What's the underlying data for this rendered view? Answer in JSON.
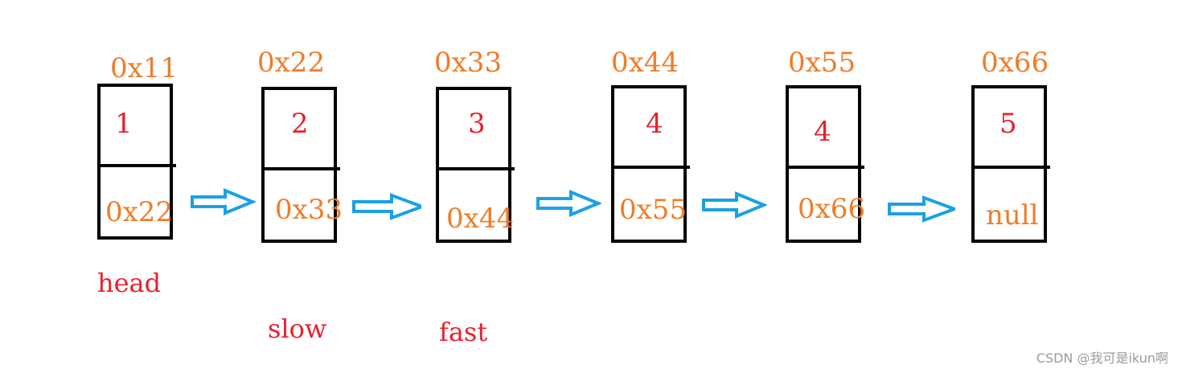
{
  "nodes": [
    {
      "address": "0x11",
      "value": "1",
      "next": "0x22"
    },
    {
      "address": "0x22",
      "value": "2",
      "next": "0x33"
    },
    {
      "address": "0x33",
      "value": "3",
      "next": "0x44"
    },
    {
      "address": "0x44",
      "value": "4",
      "next": "0x55"
    },
    {
      "address": "0x55",
      "value": "4",
      "next": "0x66"
    },
    {
      "address": "0x66",
      "value": "5",
      "next": "null"
    }
  ],
  "pointers": {
    "head": "head",
    "slow": "slow",
    "fast": "fast"
  },
  "watermark": "CSDN @我可是ikun啊",
  "colors": {
    "address": "#F07C28",
    "value": "#E8212E",
    "arrow": "#1BA1E2",
    "box": "#000000"
  }
}
